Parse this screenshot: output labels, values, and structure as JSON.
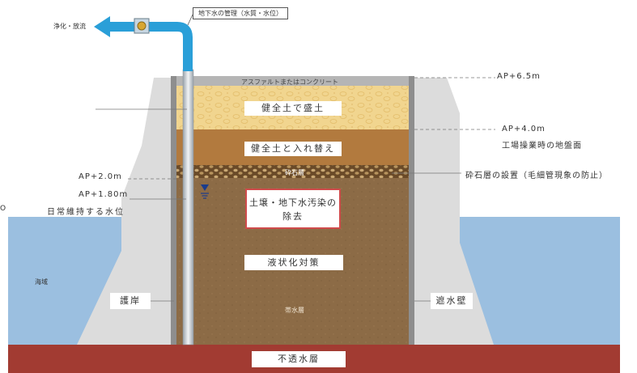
{
  "colors": {
    "sea": "#9bbfe0",
    "seawall": "#dcdcdc",
    "impermeable": "#a23b32",
    "pipe": "#2a9fd8",
    "water_mark": "#1a3c8c",
    "remediation_border": "#cf4b4b"
  },
  "labels": {
    "pipe_caption": "地下水の管理（水質・水位）",
    "purify": "浄化・放流",
    "asphalt": "アスファルトまたはコンクリート",
    "ap_65": "AP+6.5m",
    "ap_40": "AP+4.0m",
    "ground_level": "工場操業時の地盤面",
    "ap_20": "AP+2.0m",
    "ap_180": "AP+1.80m",
    "daily_level": "日常維持する水位",
    "gravel": "砕石層",
    "gravel_note": "砕石層の設置（毛細管現象の防止）",
    "remediation_1": "土壌・地下水汚染の",
    "remediation_2": "除去",
    "liquefaction": "液状化対策",
    "healthy_fill": "健全土で盛土",
    "healthy_replace": "健全土と入れ替え",
    "sea": "海域",
    "revetment": "護岸",
    "cutoff_wall": "遮水壁",
    "aquifer": "帯水層",
    "impermeable_layer": "不透水層",
    "edge_mark": "O"
  },
  "icons": [
    "valve-icon",
    "arrow-left-icon",
    "water-level-icon"
  ]
}
